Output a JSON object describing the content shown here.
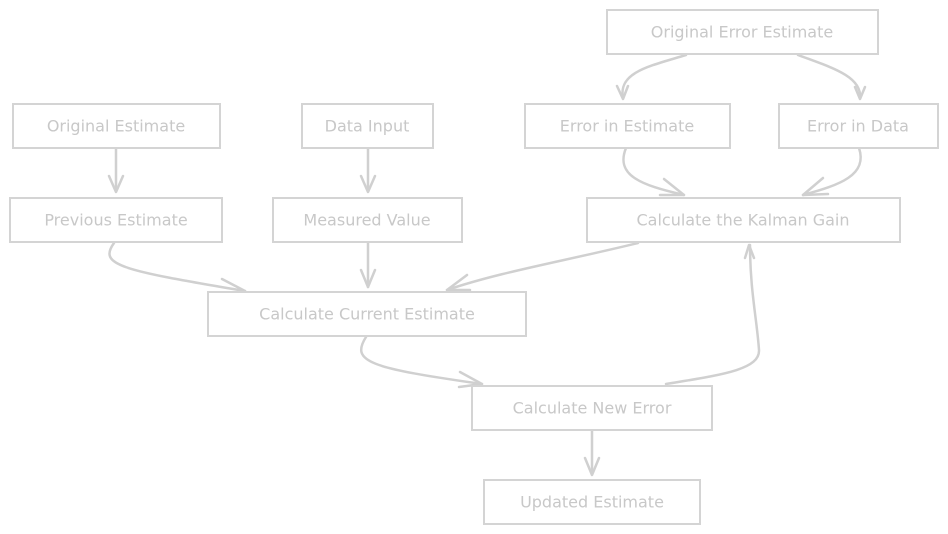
{
  "nodes": {
    "original_error_estimate": "Original Error Estimate",
    "original_estimate": "Original Estimate",
    "data_input": "Data Input",
    "error_in_estimate": "Error in Estimate",
    "error_in_data": "Error in Data",
    "previous_estimate": "Previous Estimate",
    "measured_value": "Measured Value",
    "calculate_kalman_gain": "Calculate the Kalman Gain",
    "calculate_current_estimate": "Calculate Current Estimate",
    "calculate_new_error": "Calculate New Error",
    "updated_estimate": "Updated Estimate"
  },
  "edges": [
    {
      "from": "Original Error Estimate",
      "to": "Error in Estimate"
    },
    {
      "from": "Original Error Estimate",
      "to": "Error in Data"
    },
    {
      "from": "Original Estimate",
      "to": "Previous Estimate"
    },
    {
      "from": "Data Input",
      "to": "Measured Value"
    },
    {
      "from": "Error in Estimate",
      "to": "Calculate the Kalman Gain"
    },
    {
      "from": "Error in Data",
      "to": "Calculate the Kalman Gain"
    },
    {
      "from": "Previous Estimate",
      "to": "Calculate Current Estimate"
    },
    {
      "from": "Measured Value",
      "to": "Calculate Current Estimate"
    },
    {
      "from": "Calculate the Kalman Gain",
      "to": "Calculate Current Estimate"
    },
    {
      "from": "Calculate Current Estimate",
      "to": "Calculate New Error"
    },
    {
      "from": "Calculate New Error",
      "to": "Calculate the Kalman Gain"
    },
    {
      "from": "Calculate New Error",
      "to": "Updated Estimate"
    }
  ]
}
